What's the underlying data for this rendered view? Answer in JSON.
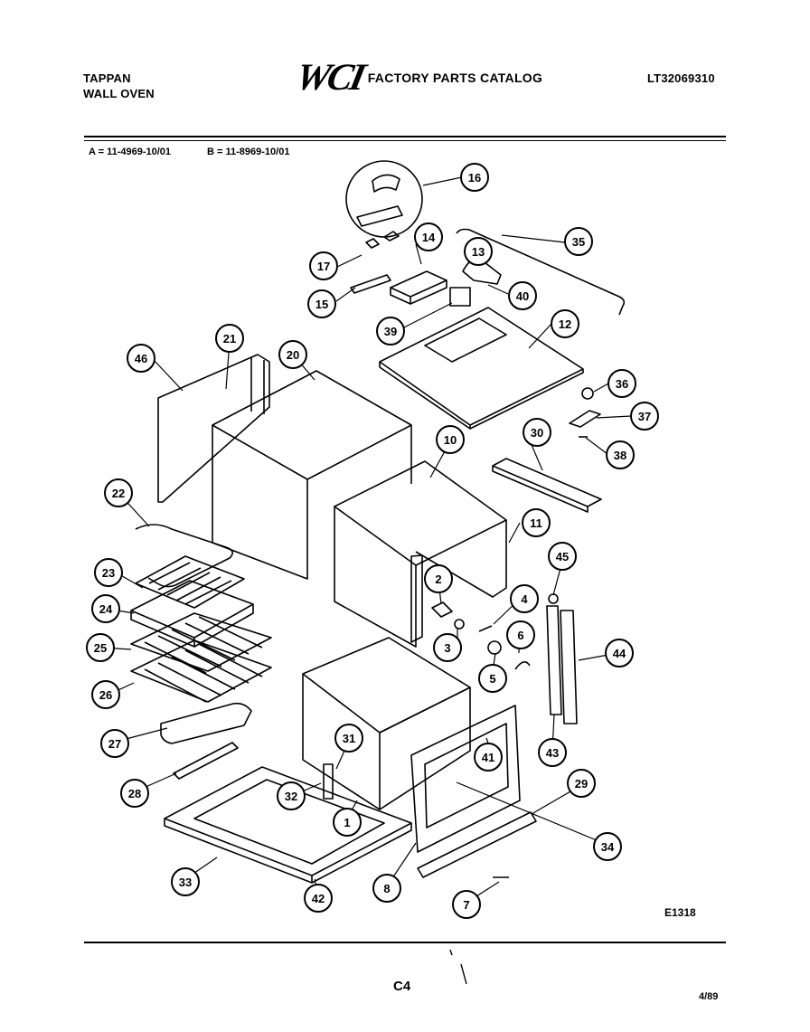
{
  "header": {
    "brand_line1": "TAPPAN",
    "brand_line2": "WALL OVEN",
    "logo": "WCI",
    "catalog_title": "FACTORY PARTS CATALOG",
    "model_number": "LT32069310"
  },
  "variants": {
    "a": "A = 11-4969-10/01",
    "b": "B = 11-8969-10/01"
  },
  "callouts": [
    "1",
    "2",
    "3",
    "4",
    "5",
    "6",
    "7",
    "8",
    "10",
    "11",
    "12",
    "13",
    "14",
    "15",
    "16",
    "17",
    "20",
    "21",
    "22",
    "23",
    "24",
    "25",
    "26",
    "27",
    "28",
    "29",
    "30",
    "31",
    "32",
    "33",
    "34",
    "35",
    "36",
    "37",
    "38",
    "39",
    "40",
    "41",
    "42",
    "43",
    "44",
    "45",
    "46"
  ],
  "footer": {
    "figure_id": "E1318",
    "page_number": "C4",
    "date": "4/89"
  }
}
